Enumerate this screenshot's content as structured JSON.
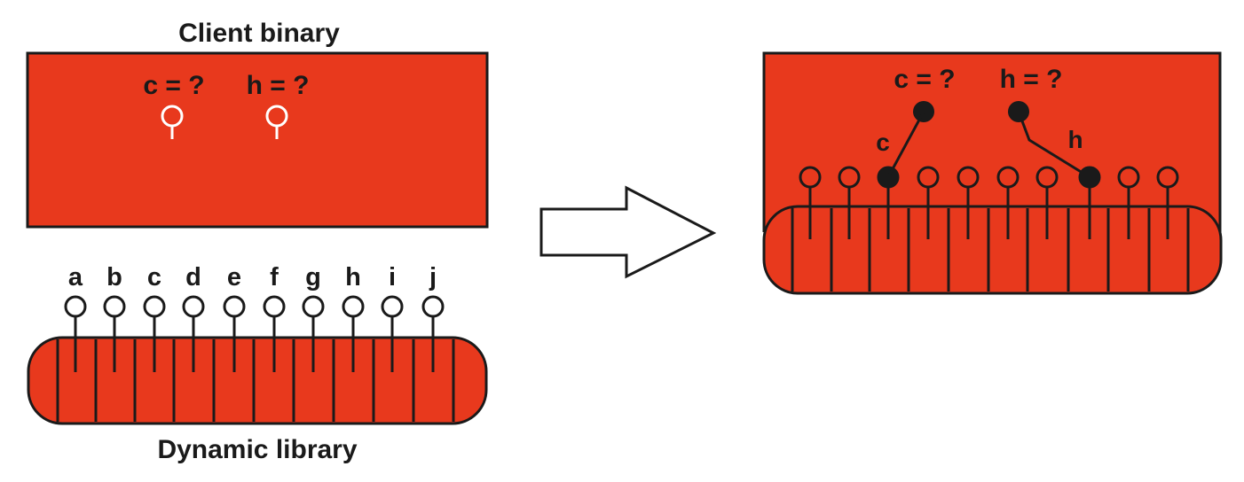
{
  "colors": {
    "red": "#e8391d",
    "ink": "#1a1a1a",
    "bg": "#ffffff"
  },
  "left": {
    "client_title": "Client binary",
    "client_imports": [
      "c = ?",
      "h = ?"
    ],
    "library_title": "Dynamic library",
    "library_exports": [
      "a",
      "b",
      "c",
      "d",
      "e",
      "f",
      "g",
      "h",
      "i",
      "j"
    ]
  },
  "arrow": {
    "icon": "right-arrow-icon"
  },
  "right": {
    "client_imports": [
      "c = ?",
      "h = ?"
    ],
    "link_labels": [
      "c",
      "h"
    ],
    "linked_pins": [
      2,
      7
    ]
  }
}
